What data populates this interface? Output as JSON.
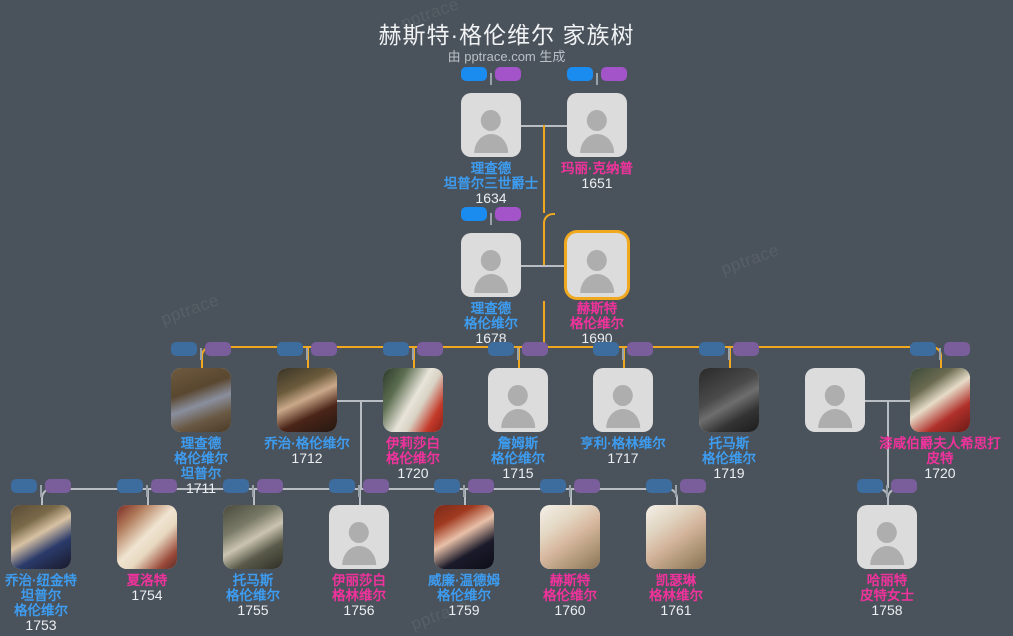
{
  "header": {
    "title": "赫斯特·格伦维尔 家族树",
    "subtitle": "由 pptrace.com 生成"
  },
  "watermark": "pptrace",
  "colors": {
    "background": "#4a525b",
    "male_name": "#3d9cf0",
    "female_name": "#f0329c",
    "year": "#eceff2",
    "highlight_border": "#f0a81e",
    "connector_highlight": "#f0a81e",
    "connector_default": "#b9bec4",
    "badge_blue": "#3d6c9e",
    "badge_purple": "#7a5e9c",
    "badge_blue_bright": "#1a8cf0",
    "badge_purple_bright": "#a254c8",
    "placeholder": "#dcdcdc"
  },
  "generations": [
    {
      "label": "generation-1",
      "people": [
        {
          "id": "richard-temple-iii",
          "name_lines": [
            "理查德",
            "坦普尔三世爵士"
          ],
          "year": "1634",
          "gender": "male",
          "photo": "placeholder",
          "highlighted": false
        },
        {
          "id": "mary-knapp",
          "name_lines": [
            "玛丽·克纳普"
          ],
          "year": "1651",
          "gender": "female",
          "photo": "placeholder",
          "highlighted": false
        }
      ]
    },
    {
      "label": "generation-2",
      "people": [
        {
          "id": "richard-grenville",
          "name_lines": [
            "理查德",
            "格伦维尔"
          ],
          "year": "1678",
          "gender": "male",
          "photo": "placeholder",
          "highlighted": false
        },
        {
          "id": "hester-grenville",
          "name_lines": [
            "赫斯特",
            "格伦维尔"
          ],
          "year": "1690",
          "gender": "female",
          "photo": "placeholder",
          "highlighted": true
        }
      ]
    },
    {
      "label": "generation-3",
      "people": [
        {
          "id": "richard-grenville-temple",
          "name_lines": [
            "理查德",
            "格伦维尔",
            "坦普尔"
          ],
          "year": "1711",
          "gender": "male",
          "photo": "portrait-man-blue-coat",
          "highlighted": false
        },
        {
          "id": "george-grenville",
          "name_lines": [
            "乔治·格伦维尔"
          ],
          "year": "1712",
          "gender": "male",
          "photo": "portrait-man-dark-robe",
          "highlighted": false
        },
        {
          "id": "elizabeth-grenville",
          "name_lines": [
            "伊莉莎白",
            "格伦维尔"
          ],
          "year": "1720",
          "gender": "female",
          "photo": "portrait-two-ladies",
          "highlighted": false
        },
        {
          "id": "james-grenville",
          "name_lines": [
            "詹姆斯",
            "格伦维尔"
          ],
          "year": "1715",
          "gender": "male",
          "photo": "placeholder",
          "highlighted": false
        },
        {
          "id": "henry-grenville",
          "name_lines": [
            "亨利·格林维尔"
          ],
          "year": "1717",
          "gender": "male",
          "photo": "placeholder",
          "highlighted": false
        },
        {
          "id": "thomas-grenville",
          "name_lines": [
            "托马斯",
            "格伦维尔"
          ],
          "year": "1719",
          "gender": "male",
          "photo": "portrait-engraving-dark",
          "highlighted": false
        },
        {
          "id": "unnamed-spouse",
          "name_lines": [],
          "year": "",
          "gender": "male",
          "photo": "placeholder",
          "highlighted": false
        },
        {
          "id": "countess-of-chatham-hester-pitt",
          "name_lines": [
            "漆咸伯爵夫人希思打",
            "皮特"
          ],
          "year": "1720",
          "gender": "female",
          "photo": "portrait-lady-red-gown",
          "highlighted": false
        }
      ]
    },
    {
      "label": "generation-4",
      "people": [
        {
          "id": "george-nugent-temple-grenville",
          "name_lines": [
            "乔治·纽金特",
            "坦普尔",
            "格伦维尔"
          ],
          "year": "1753",
          "gender": "male",
          "photo": "portrait-man-blue-sash",
          "highlighted": false
        },
        {
          "id": "charlotte",
          "name_lines": [
            "夏洛特"
          ],
          "year": "1754",
          "gender": "female",
          "photo": "portrait-family-scene",
          "highlighted": false
        },
        {
          "id": "thomas-grenville-1755",
          "name_lines": [
            "托马斯",
            "格伦维尔"
          ],
          "year": "1755",
          "gender": "male",
          "photo": "portrait-man-grey",
          "highlighted": false
        },
        {
          "id": "elizabeth-grenville-1756",
          "name_lines": [
            "伊丽莎白",
            "格林维尔"
          ],
          "year": "1756",
          "gender": "female",
          "photo": "placeholder",
          "highlighted": false
        },
        {
          "id": "william-wyndham-grenville",
          "name_lines": [
            "威廉·温德姆",
            "格伦维尔"
          ],
          "year": "1759",
          "gender": "male",
          "photo": "portrait-man-red-bg",
          "highlighted": false
        },
        {
          "id": "hester-grenville-1760",
          "name_lines": [
            "赫斯特",
            "格伦维尔"
          ],
          "year": "1760",
          "gender": "female",
          "photo": "portrait-child-pale",
          "highlighted": false
        },
        {
          "id": "catherine-grenville",
          "name_lines": [
            "凯瑟琳",
            "格林维尔"
          ],
          "year": "1761",
          "gender": "female",
          "photo": "portrait-child-pale-2",
          "highlighted": false
        },
        {
          "id": "harriet-pitt",
          "name_lines": [
            "哈丽特",
            "皮特女士"
          ],
          "year": "1758",
          "gender": "female",
          "photo": "placeholder",
          "highlighted": false
        }
      ]
    }
  ]
}
